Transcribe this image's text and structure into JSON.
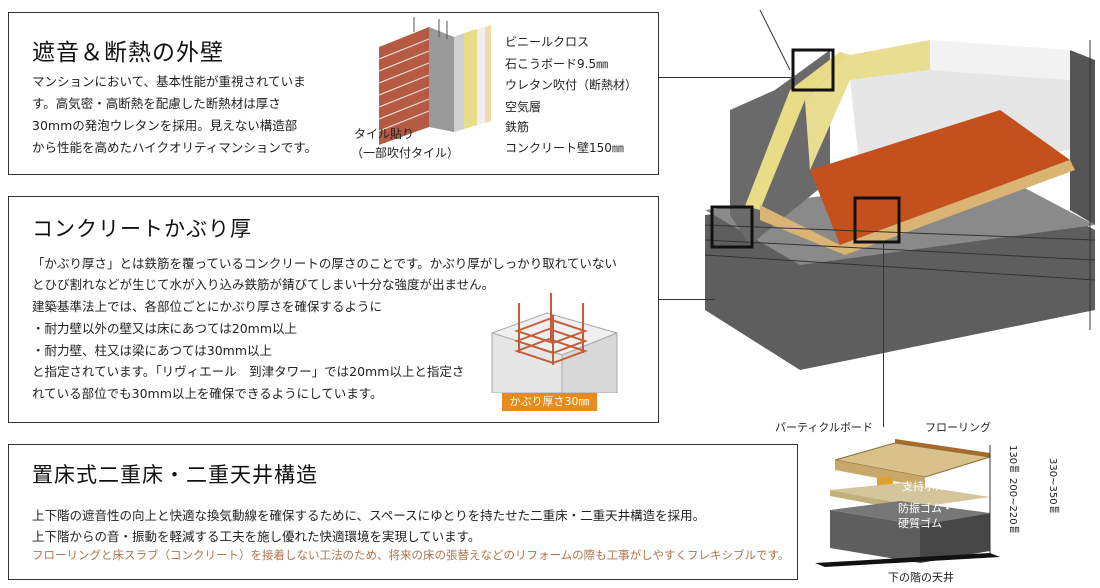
{
  "wall": {
    "title": "遮音＆断熱の外壁",
    "lines": [
      "マンションにおいて、基本性能が重視されていま",
      "す。高気密・高断熱を配慮した断熱材は厚さ",
      "30mmの発泡ウレタンを採用。見えない構造部",
      "から性能を高めたハイクオリティマンションです。"
    ],
    "labels": {
      "vinyl": "ビニールクロス",
      "gypsum": "石こうボード9.5㎜",
      "urethane": "ウレタン吹付（断熱材）",
      "air": "空気層",
      "rebar": "鉄筋",
      "concrete": "コンクリート壁150㎜",
      "tile1": "タイル貼り",
      "tile2": "（一部吹付タイル）"
    }
  },
  "cover": {
    "title": "コンクリートかぶり厚",
    "lines": [
      "「かぶり厚さ」とは鉄筋を覆っているコンクリートの厚さのことです。かぶり厚がしっかり取れていない",
      "とひび割れなどが生じて水が入り込み鉄筋が錆びてしまい十分な強度が出ません。",
      "建築基準法上では、各部位ごとにかぶり厚さを確保するように",
      "・耐力壁以外の壁又は床にあつては20mm以上",
      "・耐力壁、柱又は梁にあつては30mm以上",
      "と指定されています。「リヴィエール　到津タワー」では20mm以上と指定さ",
      "れている部位でも30mm以上を確保できるようにしています。"
    ],
    "badge": "かぶり厚さ30㎜"
  },
  "floor": {
    "title": "置床式二重床・二重天井構造",
    "lines": [
      "上下階の遮音性の向上と快適な換気動線を確保するために、スペースにゆとりを持たせた二重床・二重天井構造を採用。",
      "上下階からの音・振動を軽減する工夫を施し優れた快適環境を実現しています。"
    ],
    "note": "フローリングと床スラブ（コンクリート）を接着しない工法のため、将来の床の張替えなどのリフォームの際も工事がしやすくフレキシブルです。",
    "labels": {
      "particle": "パーティクルボード",
      "flooring": "フローリング",
      "bolt": "支持ボルト",
      "rubber1": "防振ゴム・",
      "rubber2": "硬質ゴム",
      "ceiling": "下の階の天井",
      "d130": "130㎜",
      "d200": "200~220㎜",
      "d330": "330~350㎜"
    }
  },
  "colors": {
    "badge": "#e88a1e",
    "note": "#b2744a",
    "floor": "#c4501e",
    "insulation": "#e8dc86"
  }
}
